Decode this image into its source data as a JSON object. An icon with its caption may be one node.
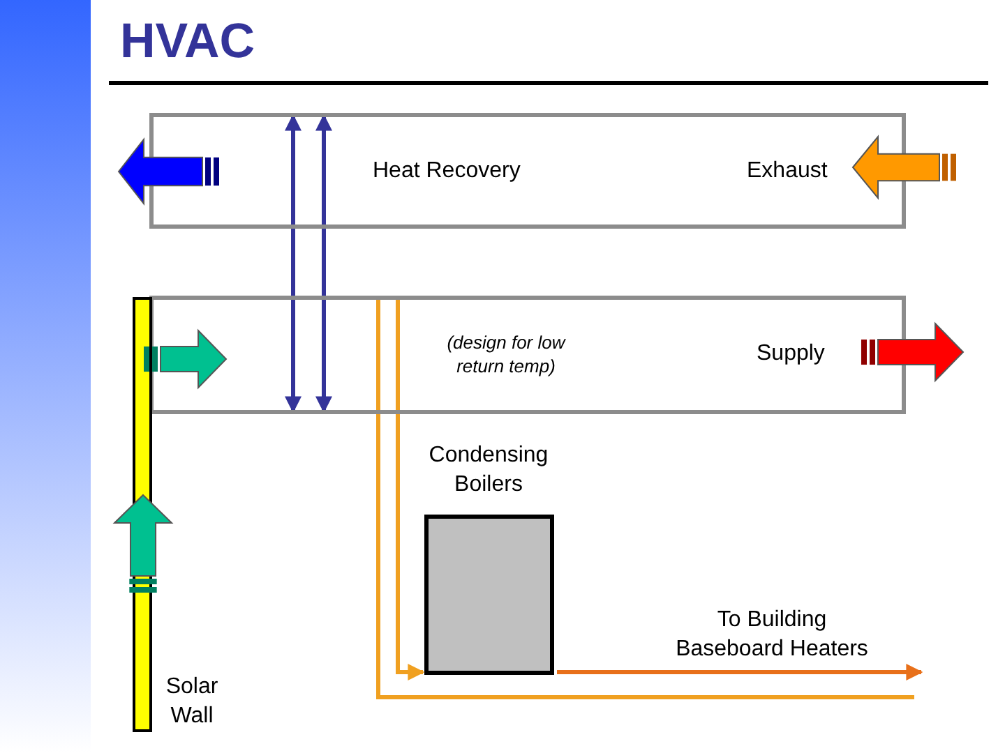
{
  "diagram": {
    "title": "HVAC",
    "nodes": [
      {
        "text": [
          "Heat Recovery",
          "Exhaust"
        ]
      },
      {
        "text": [
          "(design for low return temp)",
          "Supply"
        ]
      },
      {
        "text": [
          "Condensing Boilers"
        ]
      },
      {
        "text": [
          "Solar Wall"
        ]
      }
    ],
    "edges": [
      {
        "from": 0,
        "to": 1,
        "arrow": "both",
        "color": "#333399"
      },
      {
        "from": 0,
        "to": 1,
        "arrow": "both",
        "color": "#333399"
      },
      {
        "from": 1,
        "to": 2,
        "arrow": "to",
        "color": "#f0a020"
      },
      {
        "from": 1,
        "to": null,
        "arrow": "none",
        "color": "#f0a020"
      },
      {
        "from": 2,
        "to": null,
        "arrow": "to",
        "label": "To Building Baseboard Heaters",
        "color": "#e8701a"
      }
    ]
  }
}
